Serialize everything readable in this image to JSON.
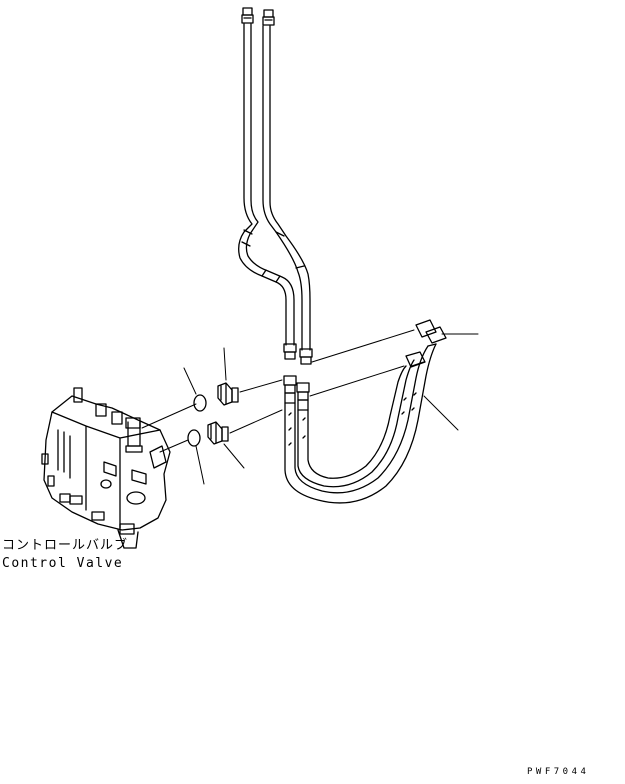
{
  "labels": {
    "part_name_jp": "コントロールバルブ",
    "part_name_en": "Control Valve",
    "drawing_code": "PWF7044"
  },
  "colors": {
    "ink": "#000000",
    "paper": "#ffffff"
  }
}
